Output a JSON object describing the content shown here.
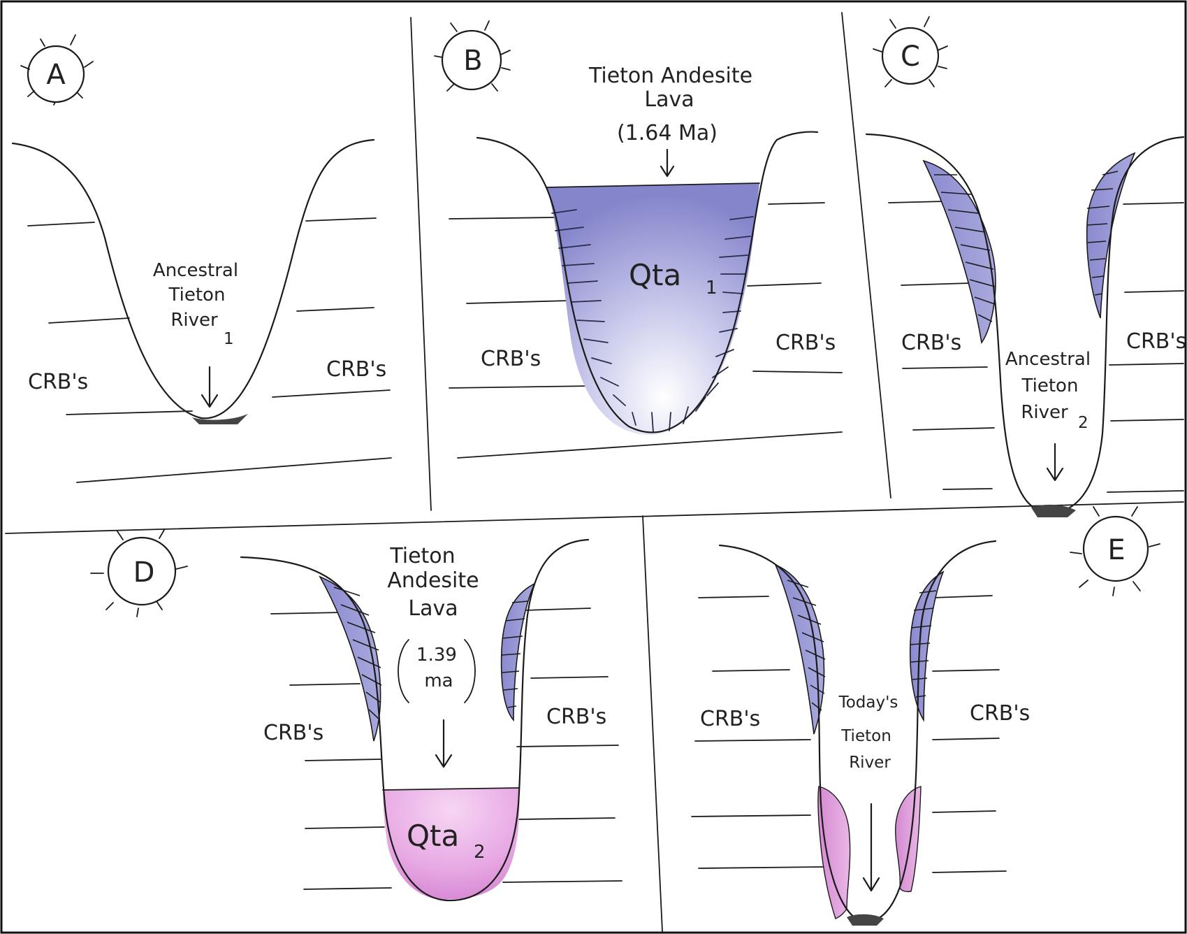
{
  "colors": {
    "ink": "#1a1a1a",
    "paper": "#ffffff",
    "andesite_1": "#7e7ec8",
    "andesite_2": "#d98ad6"
  },
  "panels": {
    "a": {
      "letter": "A",
      "river_label": [
        "Ancestral",
        "Tieton",
        "River"
      ],
      "river_subscript": "1",
      "left_rock": "CRB's",
      "right_rock": "CRB's"
    },
    "b": {
      "letter": "B",
      "lava_label": [
        "Tieton Andesite",
        "Lava",
        "(1.64 Ma)"
      ],
      "unit": "Qta",
      "unit_subscript": "1",
      "left_rock": "CRB's",
      "right_rock": "CRB's"
    },
    "c": {
      "letter": "C",
      "river_label": [
        "Ancestral",
        "Tieton",
        "River"
      ],
      "river_subscript": "2",
      "left_rock": "CRB's",
      "right_rock": "CRB's"
    },
    "d": {
      "letter": "D",
      "lava_label": [
        "Tieton",
        "Andesite",
        "Lava"
      ],
      "age_label": [
        "1.39",
        "ma"
      ],
      "unit": "Qta",
      "unit_subscript": "2",
      "left_rock": "CRB's",
      "right_rock": "CRB's"
    },
    "e": {
      "letter": "E",
      "river_label": [
        "Today's",
        "Tieton",
        "River"
      ],
      "left_rock": "CRB's",
      "right_rock": "CRB's"
    }
  }
}
